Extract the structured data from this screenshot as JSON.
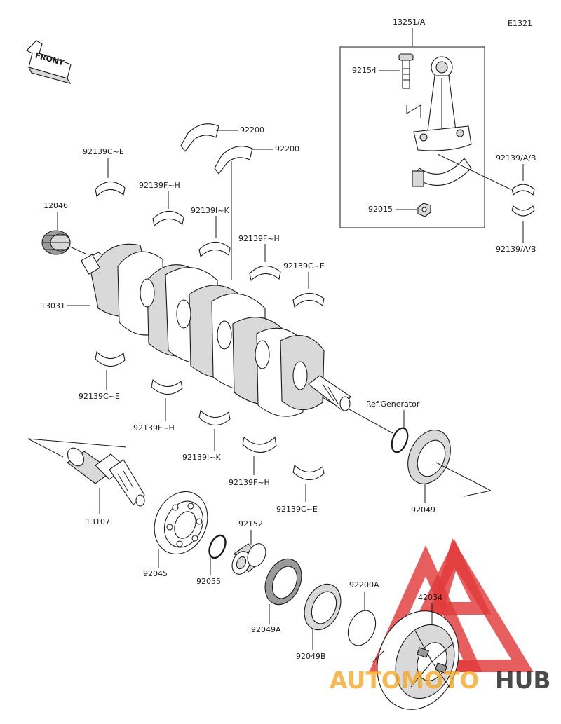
{
  "diagram_code": "E1321",
  "front_label": "FRONT",
  "callouts": {
    "rod_assy": "13251/A",
    "rod_bolt": "92154",
    "rod_nut": "92015",
    "rod_bearing_upper": "92139/A/B",
    "rod_bearing_lower": "92139/A/B",
    "thrust_upper_1": "92200",
    "thrust_upper_2": "92200",
    "bearing_ce_top_left": "92139C~E",
    "bearing_fh_top_1": "92139F~H",
    "bearing_ik_top": "92139I~K",
    "bearing_fh_top_2": "92139F~H",
    "bearing_ce_top_right": "92139C~E",
    "gear": "12046",
    "crankshaft": "13031",
    "bearing_ce_bottom_left": "92139C~E",
    "bearing_fh_bottom_1": "92139F~H",
    "bearing_ik_bottom": "92139I~K",
    "bearing_fh_bottom_2": "92139F~H",
    "bearing_ce_bottom_right": "92139C~E",
    "ref_generator": "Ref.Generator",
    "oil_seal": "92049",
    "shaft": "13107",
    "ball_bearing": "92045",
    "o_ring": "92055",
    "collar": "92152",
    "oil_seal_a": "92049A",
    "oil_seal_b": "92049B",
    "washer": "92200A",
    "hub": "42034"
  },
  "watermark": {
    "text_auto": "AUTO",
    "text_moto": "MOTO",
    "text_hub": "HUB",
    "color_red": "#e23a3a",
    "color_orange": "#f5a623",
    "color_dark": "#2b2b2b"
  }
}
